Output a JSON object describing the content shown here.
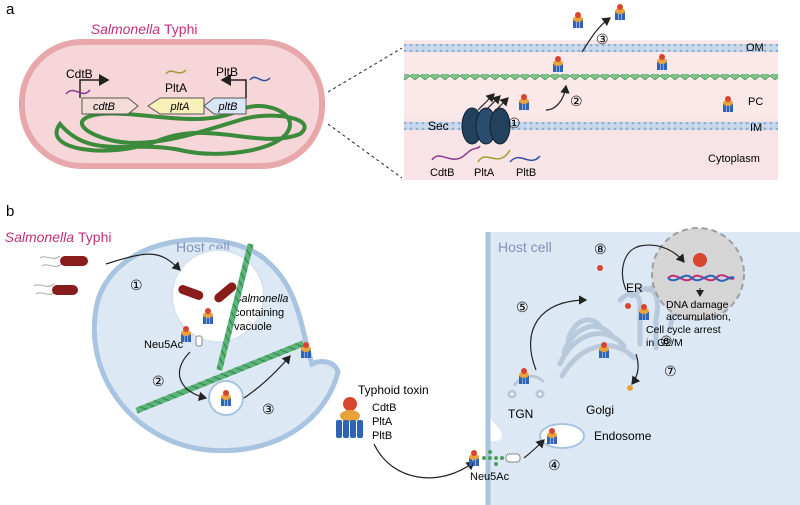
{
  "panel_a": {
    "label": "a",
    "title_genus": "Salmonella",
    "title_species": "Typhi",
    "gene_cdtB": "cdtB",
    "gene_pltA": "pltA",
    "gene_pltB": "pltB",
    "protein_CdtB": "CdtB",
    "protein_PltA": "PltA",
    "protein_PltB": "PltB",
    "membrane_OM": "OM",
    "membrane_PC": "PC",
    "membrane_IM": "IM",
    "cytoplasm": "Cytoplasm",
    "sec": "Sec",
    "step1": "①",
    "step2": "②",
    "step3": "③",
    "cyto_CdtB": "CdtB",
    "cyto_PltA": "PltA",
    "cyto_PltB": "PltB"
  },
  "panel_b": {
    "label": "b",
    "bact_genus": "Salmonella",
    "bact_species": "Typhi",
    "host_cell_left": "Host cell",
    "host_cell_right": "Host cell",
    "scv_genus": "Salmonella",
    "scv_line2": "containing",
    "scv_line3": "vacuole",
    "neu5ac_left": "Neu5Ac",
    "neu5ac_right": "Neu5Ac",
    "toxin_title": "Typhoid toxin",
    "toxin_CdtB": "CdtB",
    "toxin_PltA": "PltA",
    "toxin_PltB": "PltB",
    "endosome": "Endosome",
    "tgn": "TGN",
    "golgi": "Golgi",
    "er": "ER",
    "nucleus_l1": "DNA damage",
    "nucleus_l2": "accumulation,",
    "nucleus_l3": "Cell cycle arrest",
    "nucleus_l4": "in G2/M",
    "s1": "①",
    "s2": "②",
    "s3": "③",
    "s4": "④",
    "s5": "⑤",
    "s6": "⑥",
    "s7": "⑦",
    "s8": "⑧"
  },
  "colors": {
    "salmonella_magenta": "#c0307a",
    "dna_green": "#3c8a3c",
    "cell_fill": "#f6d6d8",
    "host_cell_fill": "#dce9f5",
    "host_cell_stroke": "#a8c4e0",
    "toxin_red": "#d7452f",
    "toxin_orange": "#e8a23a",
    "toxin_blue": "#2f63b5"
  }
}
